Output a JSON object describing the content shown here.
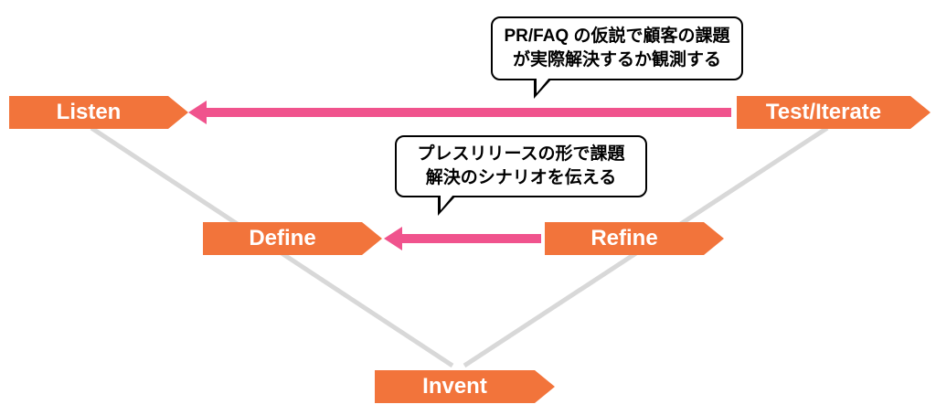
{
  "diagram": {
    "nodes": [
      {
        "id": "listen",
        "label": "Listen"
      },
      {
        "id": "test-iterate",
        "label": "Test/Iterate"
      },
      {
        "id": "define",
        "label": "Define"
      },
      {
        "id": "refine",
        "label": "Refine"
      },
      {
        "id": "invent",
        "label": "Invent"
      }
    ],
    "arrows": [
      {
        "from": "test-iterate",
        "to": "listen"
      },
      {
        "from": "refine",
        "to": "define"
      }
    ],
    "callouts": [
      {
        "lines": [
          "PR/FAQ の仮説で顧客の課題",
          "が実際解決するか観測する"
        ]
      },
      {
        "lines": [
          "プレスリリースの形で課題",
          "解決のシナリオを伝える"
        ]
      }
    ],
    "colors": {
      "node_fill": "#F2743B",
      "node_text": "#FFFFFF",
      "arrow_pink": "#F0538D",
      "connector_gray": "#D8D8D8",
      "callout_border": "#000000",
      "callout_fill": "#FFFFFF"
    }
  }
}
